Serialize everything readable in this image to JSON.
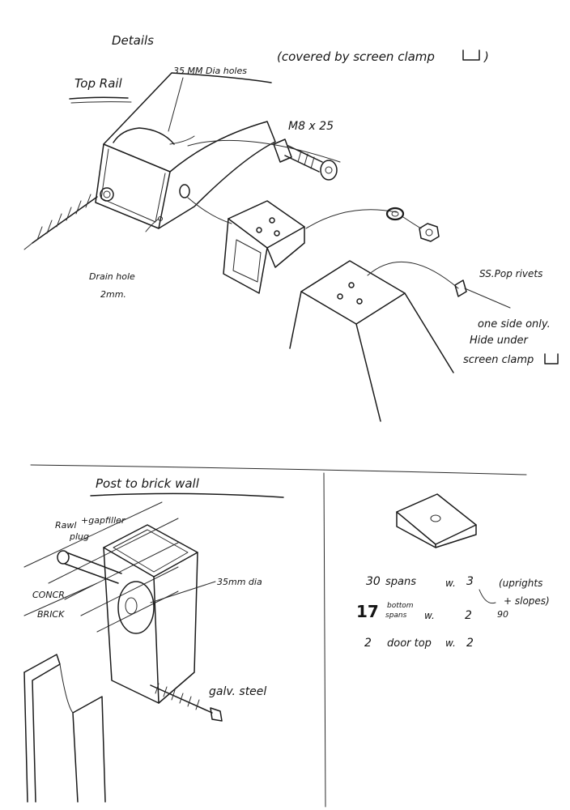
{
  "colors": {
    "ink": "#1a1a1a",
    "paper": "#ffffff"
  },
  "sections": {
    "details": {
      "title": "Details",
      "subtitle": "Top Rail",
      "notes": {
        "holes": "35 MM Dia holes",
        "covered": "(covered by screen clamp",
        "bolt": "M8 x 25",
        "drain_1": "Drain hole",
        "drain_2": "2mm.",
        "rivets": "SS.Pop rivets",
        "side_1": "one side only.",
        "side_2": "Hide under",
        "side_3": "screen clamp"
      }
    },
    "post": {
      "title": "Post to brick wall",
      "notes": {
        "rawl_1": "Rawl",
        "rawl_2": "plug",
        "gapfiller": "+gapfiller",
        "brick_1": "CONCR.",
        "brick_2": "BRICK",
        "dia": "35mm dia",
        "steel": "galv. steel"
      }
    },
    "counts": {
      "row1_qty": "30",
      "row1_label": "spans",
      "row1_w": "w.",
      "row1_n": "3",
      "row1_note_1": "(uprights",
      "row1_note_2": "+ slopes)",
      "row1_total": "90",
      "row2_qty": "17",
      "row2_label_1": "bottom",
      "row2_label_2": "spans",
      "row2_w": "w.",
      "row2_n": "2",
      "row3_qty": "2",
      "row3_label": "door top",
      "row3_w": "w.",
      "row3_n": "2"
    }
  }
}
